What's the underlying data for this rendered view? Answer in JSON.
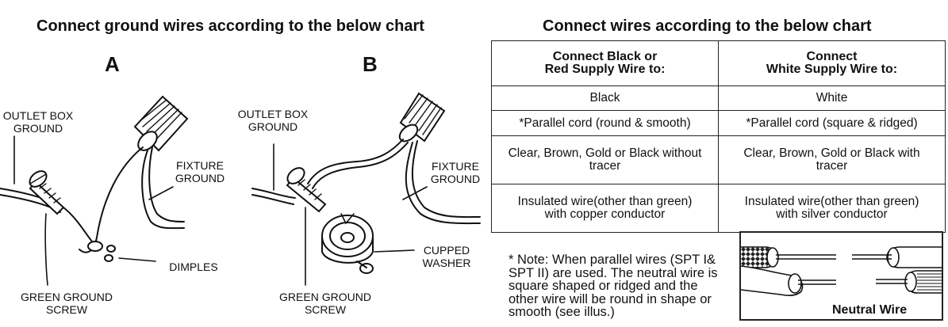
{
  "left": {
    "heading": "Connect ground wires according to the below chart",
    "diagram_a": {
      "letter": "A",
      "labels": {
        "outlet_box_ground": "OUTLET BOX\nGROUND",
        "fixture_ground": "FIXTURE\nGROUND",
        "dimples": "DIMPLES",
        "green_ground_screw": "GREEN GROUND\nSCREW"
      }
    },
    "diagram_b": {
      "letter": "B",
      "labels": {
        "outlet_box_ground": "OUTLET BOX\nGROUND",
        "fixture_ground": "FIXTURE\nGROUND",
        "cupped_washer": "CUPPED\nWASHER",
        "green_ground_screw": "GREEN GROUND\nSCREW"
      }
    }
  },
  "right": {
    "heading": "Connect wires according to the below chart",
    "table": {
      "headers": [
        "Connect Black or\nRed Supply Wire to:",
        "Connect\nWhite Supply Wire to:"
      ],
      "rows": [
        [
          "Black",
          "White"
        ],
        [
          "*Parallel cord (round & smooth)",
          "*Parallel cord (square & ridged)"
        ],
        [
          "Clear, Brown, Gold or Black without\ntracer",
          "Clear, Brown, Gold or Black with\ntracer"
        ],
        [
          "Insulated wire(other than green)\nwith copper conductor",
          "Insulated wire(other than green)\nwith silver conductor"
        ]
      ]
    },
    "note": "* Note: When parallel wires (SPT I&\nSPT II) are used. The neutral wire is\nsquare shaped or ridged and the\nother wire will be round in shape or\nsmooth (see illus.)",
    "illustration": {
      "label": "Neutral Wire"
    }
  }
}
